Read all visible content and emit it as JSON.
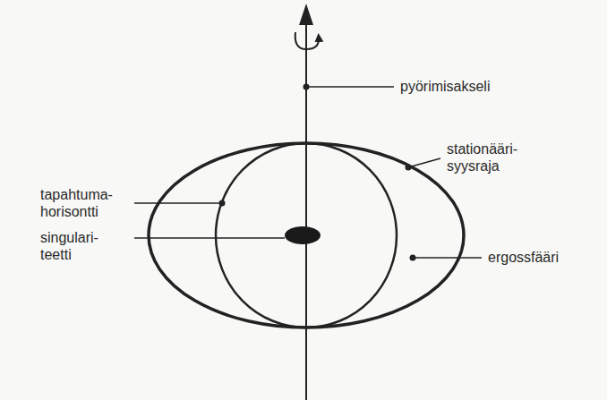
{
  "diagram": {
    "labels": [
      "pyörimisakseli",
      "stationääri- syysraja",
      "tapahtuma- horisontti",
      "singulari- teetti",
      "ergossfääri"
    ]
  }
}
